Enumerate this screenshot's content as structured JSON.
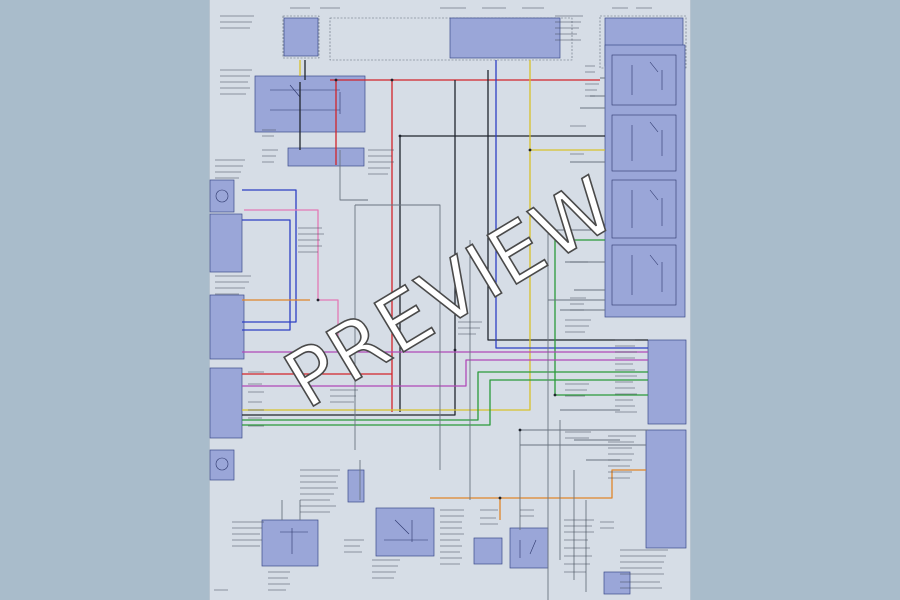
{
  "watermark": {
    "text": "PREVIEW"
  },
  "colors": {
    "page_background": "#a9bccb",
    "sheet": "#d6dde6",
    "component_fill": "#9aa6d8",
    "component_border": "#3b4a8a",
    "wire_red": "#d2242a",
    "wire_blue": "#2e3fc4",
    "wire_green": "#2a9a3a",
    "wire_orange": "#e0862a",
    "wire_yellow": "#d8c12a",
    "wire_violet": "#b04ab8",
    "wire_black": "#20252e",
    "wire_pink": "#e27ab6",
    "wire_gray": "#6b7480"
  },
  "components": [
    {
      "id": "fuse-block-top-left",
      "kind": "fuse"
    },
    {
      "id": "fuse-block-top-center",
      "kind": "fuse"
    },
    {
      "id": "fuse-block-top-right",
      "kind": "fuse"
    },
    {
      "id": "junction-box-left",
      "kind": "relay"
    },
    {
      "id": "connector-block-mid",
      "kind": "connector"
    },
    {
      "id": "relay-stack-right",
      "kind": "relay"
    },
    {
      "id": "sensor-left-1",
      "kind": "sensor"
    },
    {
      "id": "switch-left-2",
      "kind": "switch"
    },
    {
      "id": "sensor-left-3",
      "kind": "sensor"
    },
    {
      "id": "control-module-left",
      "kind": "module"
    },
    {
      "id": "sensor-left-5",
      "kind": "sensor"
    },
    {
      "id": "connector-right-upper",
      "kind": "connector"
    },
    {
      "id": "control-module-right",
      "kind": "module"
    },
    {
      "id": "bottom-relay-left",
      "kind": "relay"
    },
    {
      "id": "bottom-component-1",
      "kind": "component"
    },
    {
      "id": "bottom-relay-center",
      "kind": "relay"
    },
    {
      "id": "bottom-component-3",
      "kind": "component"
    },
    {
      "id": "bottom-component-4",
      "kind": "component"
    },
    {
      "id": "bottom-component-5",
      "kind": "component"
    }
  ]
}
